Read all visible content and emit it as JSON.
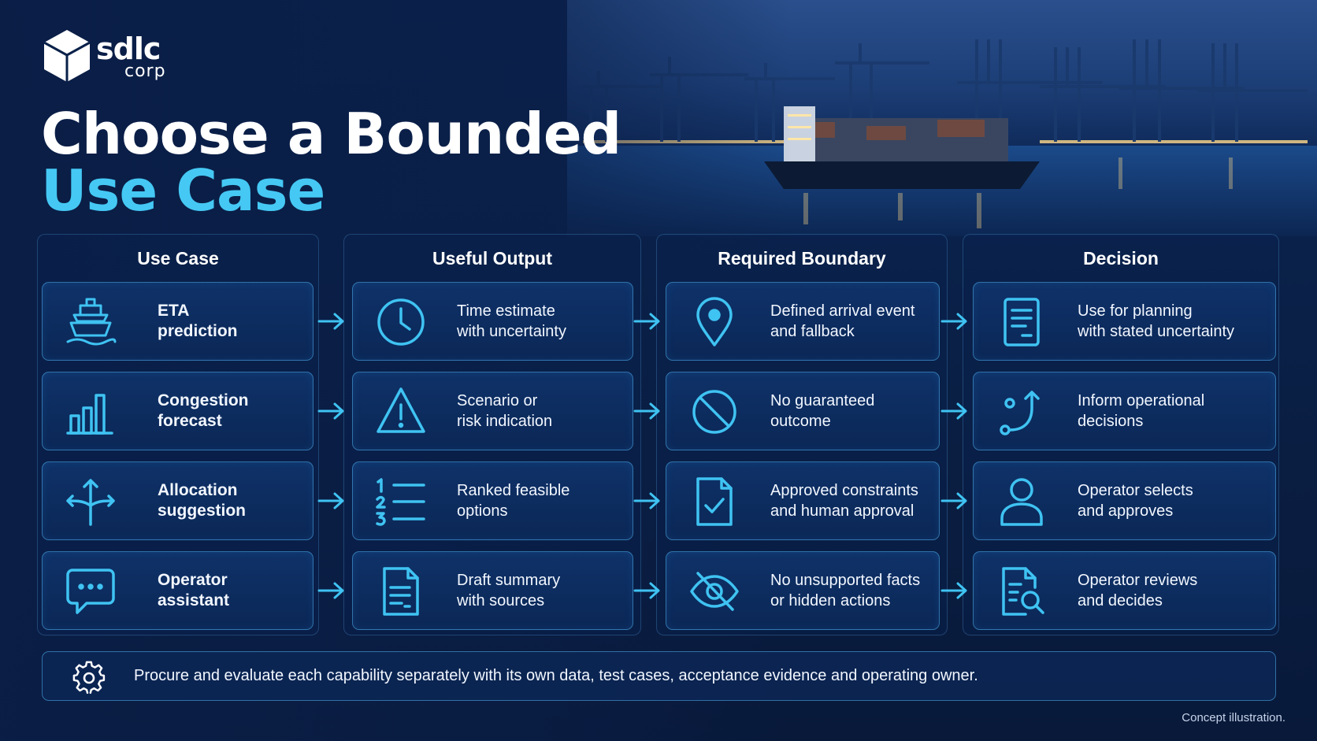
{
  "brand": {
    "wordmark": "sdlc",
    "subtext": "corp"
  },
  "title": {
    "line1": "Choose a Bounded",
    "line2": "Use Case"
  },
  "columns": [
    "Use Case",
    "Useful Output",
    "Required Boundary",
    "Decision"
  ],
  "rows": [
    {
      "use_case": {
        "icon": "ship-icon",
        "label": [
          "ETA",
          "prediction"
        ]
      },
      "output": {
        "icon": "clock-icon",
        "label": [
          "Time estimate",
          "with uncertainty"
        ]
      },
      "boundary": {
        "icon": "location-pin-icon",
        "label": [
          "Defined arrival event",
          "and fallback"
        ]
      },
      "decision": {
        "icon": "document-icon",
        "label": [
          "Use for planning",
          "with stated uncertainty"
        ]
      }
    },
    {
      "use_case": {
        "icon": "bar-chart-icon",
        "label": [
          "Congestion",
          "forecast"
        ]
      },
      "output": {
        "icon": "warning-icon",
        "label": [
          "Scenario or",
          "risk indication"
        ]
      },
      "boundary": {
        "icon": "prohibited-icon",
        "label": [
          "No guaranteed",
          "outcome"
        ]
      },
      "decision": {
        "icon": "route-icon",
        "label": [
          "Inform operational",
          "decisions"
        ]
      }
    },
    {
      "use_case": {
        "icon": "split-arrows-icon",
        "label": [
          "Allocation",
          "suggestion"
        ]
      },
      "output": {
        "icon": "numbered-list-icon",
        "label": [
          "Ranked feasible",
          "options"
        ]
      },
      "boundary": {
        "icon": "checklist-document-icon",
        "label": [
          "Approved constraints",
          "and human approval"
        ]
      },
      "decision": {
        "icon": "user-icon",
        "label": [
          "Operator selects",
          "and approves"
        ]
      }
    },
    {
      "use_case": {
        "icon": "chat-bubble-icon",
        "label": [
          "Operator",
          "assistant"
        ]
      },
      "output": {
        "icon": "summary-document-icon",
        "label": [
          "Draft summary",
          "with sources"
        ]
      },
      "boundary": {
        "icon": "hidden-eye-icon",
        "label": [
          "No unsupported facts",
          "or hidden actions"
        ]
      },
      "decision": {
        "icon": "document-search-icon",
        "label": [
          "Operator reviews",
          "and decides"
        ]
      }
    }
  ],
  "footer": {
    "icon": "gear-icon",
    "text": "Procure and evaluate each capability separately with its own data, test cases, acceptance evidence and operating owner."
  },
  "caption": "Concept illustration.",
  "colors": {
    "accent": "#45c8f4",
    "background": "#0a2149",
    "icon_stroke": "#3fc3f2"
  }
}
